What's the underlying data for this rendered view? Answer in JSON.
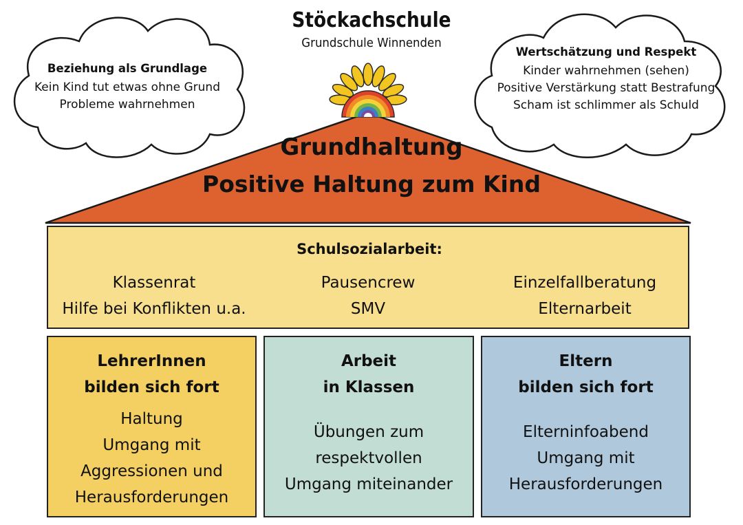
{
  "header": {
    "title": "Stöckachschule",
    "subtitle": "Grundschule Winnenden"
  },
  "cloud_left": {
    "heading": "Beziehung als Grundlage",
    "lines": [
      "Kein Kind tut etwas ohne Grund",
      "Probleme wahrnehmen"
    ]
  },
  "cloud_right": {
    "heading": "Wertschätzung und Respekt",
    "lines": [
      "Kinder wahrnehmen (sehen)",
      "Positive Verstärkung statt Bestrafung",
      "Scham ist schlimmer als Schuld"
    ]
  },
  "roof": {
    "line1": "Grundhaltung",
    "line2": "Positive Haltung zum Kind",
    "color": "#de6230"
  },
  "band": {
    "title": "Schulsozialarbeit:",
    "columns": [
      [
        "Klassenrat",
        "Hilfe bei Konflikten u.a."
      ],
      [
        "Pausencrew",
        "SMV"
      ],
      [
        "Einzelfallberatung",
        "Elternarbeit"
      ]
    ],
    "color": "#f7df8e"
  },
  "pillars": [
    {
      "heading": [
        "LehrerInnen",
        "bilden sich fort"
      ],
      "body": [
        "Haltung",
        "Umgang mit",
        "Aggressionen und",
        "Herausforderungen"
      ],
      "color": "#f4d063"
    },
    {
      "heading": [
        "Arbeit",
        "in Klassen"
      ],
      "body": [
        "Übungen zum",
        "respektvollen",
        "Umgang miteinander"
      ],
      "color": "#c2ddd3"
    },
    {
      "heading": [
        "Eltern",
        "bilden sich fort"
      ],
      "body": [
        "Elterninfoabend",
        "Umgang mit",
        "Herausforderungen"
      ],
      "color": "#afc8dc"
    }
  ]
}
